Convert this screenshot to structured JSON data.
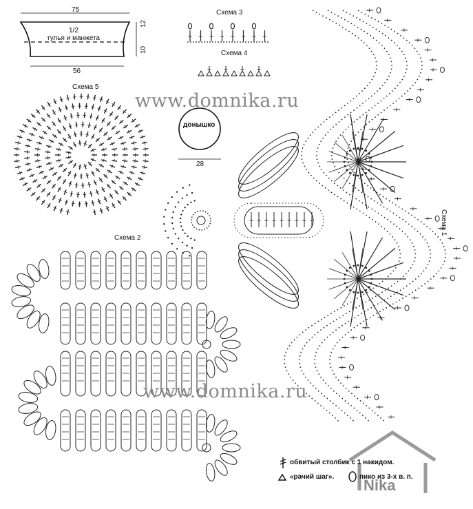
{
  "watermark": "www.domnika.ru",
  "logo": "Nika",
  "pattern_shape": {
    "top_width": "75",
    "bottom_width": "56",
    "height_top": "12",
    "height_bottom": "10",
    "label_line1": "1/2",
    "label_line2": "тулья и манжета"
  },
  "schemes": {
    "s1": "Схема 1",
    "s2": "Схема 2",
    "s3": "Схема 3",
    "s4": "Схема 4",
    "s5": "Схема 5"
  },
  "bottom_circle": {
    "label": "донышко",
    "diameter": "28"
  },
  "legend": [
    {
      "icon": "double-crochet-icon",
      "text": "обвитый столбик с 1 накидом."
    },
    {
      "icon": "crab-stitch-icon",
      "text": "«рачий шаг»."
    },
    {
      "icon": "picot-icon",
      "text": "пико из 3-х в. п."
    }
  ]
}
